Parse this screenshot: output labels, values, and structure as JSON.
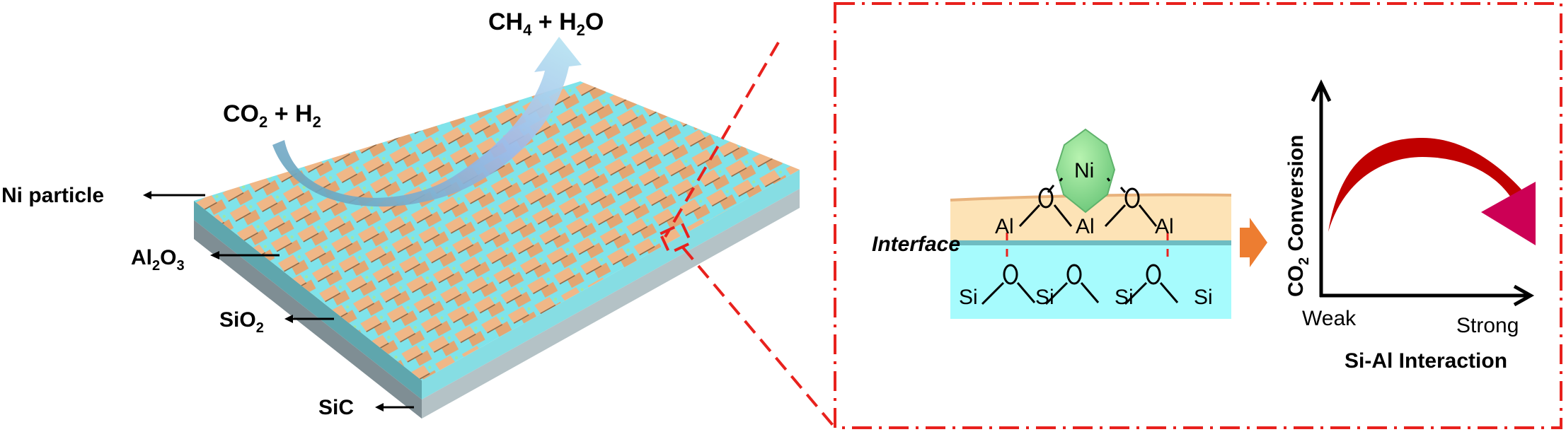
{
  "left_panel": {
    "reactants": {
      "main": "CO",
      "sub": "2",
      "rest": " + H",
      "sub2": "2"
    },
    "products": {
      "main": "CH",
      "sub": "4",
      "rest": " + H",
      "sub2": "2",
      "tail": "O"
    },
    "layer_labels": {
      "ni_particle": "Ni particle",
      "al2o3": {
        "a": "Al",
        "s1": "2",
        "b": "O",
        "s2": "3"
      },
      "sio2": {
        "a": "SiO",
        "s1": "2"
      },
      "sic": "SiC"
    }
  },
  "right_panel": {
    "interface_label": "Interface",
    "ni_label": "Ni",
    "al_label": "Al",
    "si_label": "Si",
    "o_label": "O",
    "graph": {
      "y_label": {
        "a": "CO",
        "s": "2",
        "b": " Conversion"
      },
      "x_label": "Si-Al Interaction",
      "x_low": "Weak",
      "x_high": "Strong"
    }
  },
  "colors": {
    "alumina": "#f2b98a",
    "silica": "#a6fbfd",
    "ni": "#8fdc8f",
    "frame": "#e8211d",
    "curve": "#c00000",
    "tip": "#cc0055",
    "arrow": "#ed7d31"
  }
}
